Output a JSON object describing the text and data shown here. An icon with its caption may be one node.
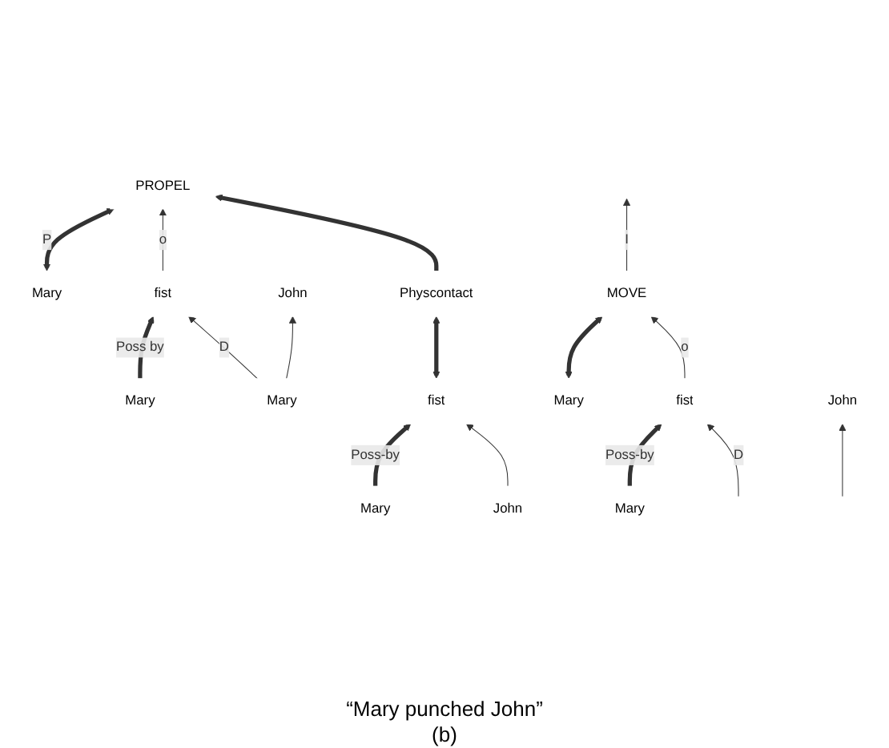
{
  "diagram": {
    "caption": "“Mary punched John”",
    "nodes": [
      {
        "text": [
          "Mary"
        ]
      },
      {
        "text": [
          "PROPEL"
        ]
      },
      {
        "text": [
          "fist"
        ]
      },
      {
        "text": [
          "Mary"
        ]
      },
      {
        "text": [
          "Mary"
        ]
      },
      {
        "text": [
          "John"
        ]
      },
      {
        "text": [
          "Mary"
        ]
      },
      {
        "text": [
          "fist"
        ]
      },
      {
        "text": [
          "John"
        ]
      },
      {
        "text": [
          "Physcontact"
        ]
      },
      {
        "text": [
          "Mary"
        ]
      },
      {
        "text": [
          "MOVE"
        ]
      },
      {
        "text": [
          "Mary"
        ]
      },
      {
        "text": [
          "fist"
        ]
      },
      {
        "text": [
          "John"
        ]
      }
    ],
    "edges": [
      {
        "from": 0,
        "to": 1,
        "arrow": "both",
        "label": "P",
        "style": "thick"
      },
      {
        "from": 2,
        "to": 1,
        "arrow": "to",
        "label": "o"
      },
      {
        "from": 3,
        "to": 2,
        "arrow": "to",
        "label": "Poss by",
        "style": "thick"
      },
      {
        "from": 4,
        "to": 2,
        "arrow": "to",
        "label": "D"
      },
      {
        "from": 4,
        "to": 5,
        "arrow": "to"
      },
      {
        "from": 6,
        "to": 7,
        "arrow": "to",
        "label": "Poss-by",
        "style": "thick"
      },
      {
        "from": 8,
        "to": 7,
        "arrow": "to"
      },
      {
        "from": 7,
        "to": 9,
        "arrow": "both",
        "style": "thick"
      },
      {
        "from": 9,
        "to": 1,
        "arrow": "to",
        "style": "thick"
      },
      {
        "from": 10,
        "to": 11,
        "arrow": "both",
        "style": "thick"
      },
      {
        "from": 11,
        "to": null,
        "arrow": "to",
        "label": "I"
      },
      {
        "from": 13,
        "to": 11,
        "arrow": "to",
        "label": "o"
      },
      {
        "from": 12,
        "to": 13,
        "arrow": "to",
        "label": "Poss-by",
        "style": "thick"
      },
      {
        "from": null,
        "to": 13,
        "arrow": "to",
        "label": "D"
      },
      {
        "from": null,
        "to": 14,
        "arrow": "to"
      }
    ],
    "labels": [
      "(b)"
    ]
  }
}
